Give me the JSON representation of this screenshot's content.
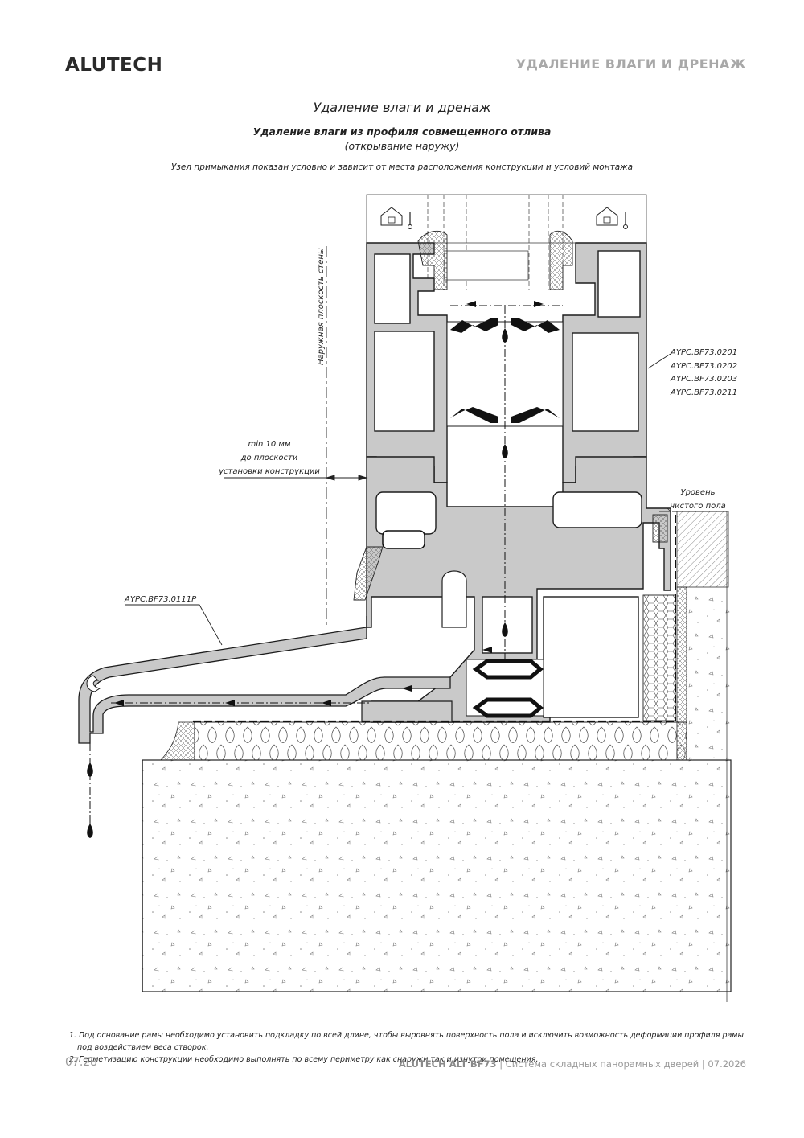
{
  "header": {
    "brand": "ALUTECH",
    "section_title": "УДАЛЕНИЕ ВЛАГИ И ДРЕНАЖ"
  },
  "title": {
    "main": "Удаление влаги и дренаж",
    "subtitle": "Удаление влаги из профиля совмещенного отлива",
    "subtitle_note": "(открывание наружу)",
    "caption": "Узел примыкания показан условно и зависит от места расположения конструкции и условий монтажа"
  },
  "labels": {
    "wall_plane": "Наружная плоскость стены",
    "min_gap_line1": "min 10 мм",
    "min_gap_line2": "до плоскости",
    "min_gap_line3": "установки конструкции",
    "profiles": [
      "AYPC.BF73.0201",
      "AYPC.BF73.0202",
      "AYPC.BF73.0203",
      "AYPC.BF73.0211"
    ],
    "sill_profile": "AYPC.BF73.0111P",
    "floor_line1": "Уровень",
    "floor_line2": "чистого пола"
  },
  "notes": [
    "1. Под основание рамы необходимо установить подкладку по всей длине, чтобы выровнять поверхность пола и исключить возможность деформации профиля рамы",
    "под воздействием веса створок.",
    "2. Герметизацию конструкции необходимо выполнять по всему периметру как снаружи так и изнутри помещения."
  ],
  "footer": {
    "page": "07.28",
    "product": "ALUTECH ALT BF73",
    "description": "| Система складных панорамных дверей | 07.2026"
  },
  "colors": {
    "profile_fill": "#c9c9c9",
    "profile_stroke": "#1c1c1c",
    "gasket": "#111111",
    "header_gray": "#a8a8a8"
  }
}
